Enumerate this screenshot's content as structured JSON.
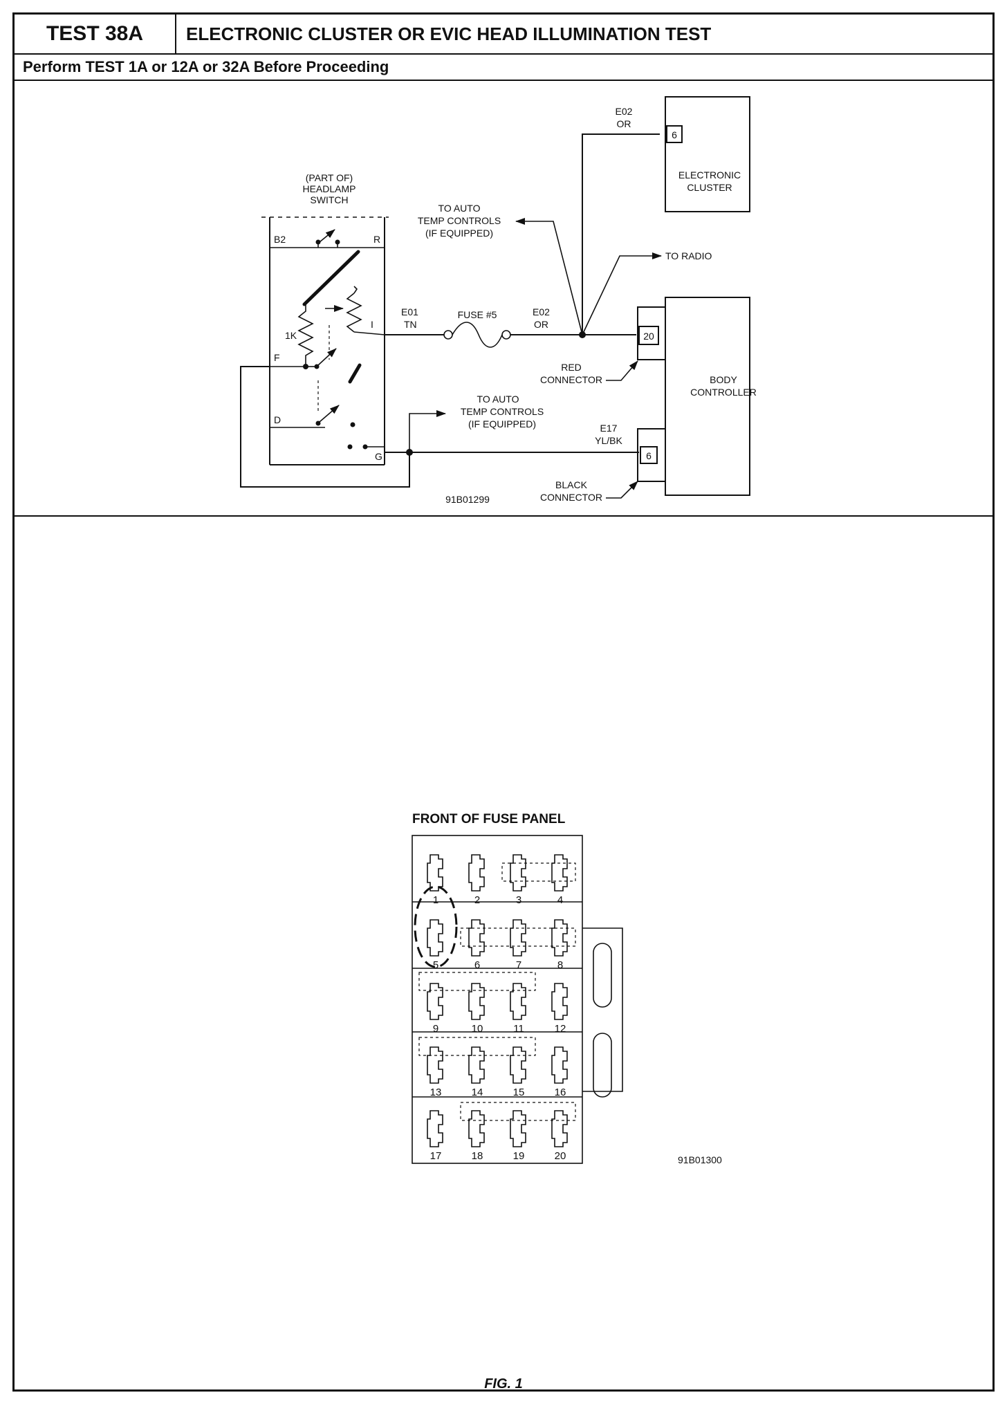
{
  "header": {
    "test_id": "TEST 38A",
    "title": "ELECTRONIC CLUSTER OR EVIC HEAD ILLUMINATION TEST",
    "prerequisite": "Perform TEST 1A or 12A or 32A Before Proceeding"
  },
  "schematic": {
    "switch_label": [
      "(PART OF)",
      "HEADLAMP",
      "SWITCH"
    ],
    "switch_terminals": [
      "B2",
      "R",
      "F",
      "D",
      "G",
      "I"
    ],
    "resistor_label": "1K",
    "fuse_label": "FUSE #5",
    "wires": {
      "e01_code": "E01",
      "e01_color": "TN",
      "e02_code": "E02",
      "e02_color": "OR",
      "e02_top_code": "E02",
      "e02_top_color": "OR",
      "e17_code": "E17",
      "e17_color": "YL/BK"
    },
    "auto_temp_top": [
      "TO AUTO",
      "TEMP CONTROLS",
      "(IF EQUIPPED)"
    ],
    "auto_temp_bottom": [
      "TO AUTO",
      "TEMP CONTROLS",
      "(IF EQUIPPED)"
    ],
    "to_radio": "TO RADIO",
    "cluster_label": [
      "ELECTRONIC",
      "CLUSTER"
    ],
    "cluster_pin": "6",
    "body_controller_label": [
      "BODY",
      "CONTROLLER"
    ],
    "bc_pin_red": "20",
    "bc_pin_black": "6",
    "red_connector": [
      "RED",
      "CONNECTOR"
    ],
    "black_connector": [
      "BLACK",
      "CONNECTOR"
    ],
    "figure_code": "91B01299"
  },
  "fuse_panel": {
    "title": "FRONT OF FUSE PANEL",
    "fuse_numbers": [
      "1",
      "2",
      "3",
      "4",
      "5",
      "6",
      "7",
      "8",
      "9",
      "10",
      "11",
      "12",
      "13",
      "14",
      "15",
      "16",
      "17",
      "18",
      "19",
      "20"
    ],
    "highlighted_fuse": "5",
    "figure_code": "91B01300"
  },
  "caption": "FIG. 1"
}
